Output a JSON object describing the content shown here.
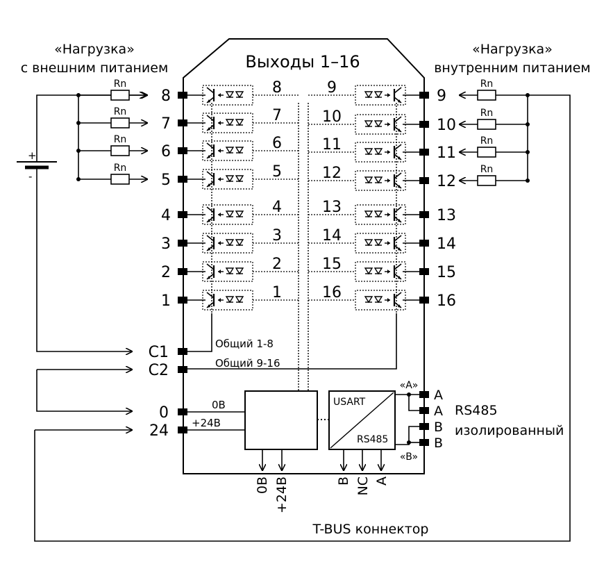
{
  "title": "Выходы 1–16",
  "left_load": {
    "line1": "«Нагрузка»",
    "line2": "с внешним питанием"
  },
  "right_load": {
    "line1": "«Нагрузка»",
    "line2": "внутренним питанием"
  },
  "resistor_label": "Rn",
  "battery": {
    "plus": "+",
    "minus": "-"
  },
  "left_outputs": [
    {
      "pin": "8",
      "channel": "8"
    },
    {
      "pin": "7",
      "channel": "7"
    },
    {
      "pin": "6",
      "channel": "6"
    },
    {
      "pin": "5",
      "channel": "5"
    },
    {
      "pin": "4",
      "channel": "4"
    },
    {
      "pin": "3",
      "channel": "3"
    },
    {
      "pin": "2",
      "channel": "2"
    },
    {
      "pin": "1",
      "channel": "1"
    }
  ],
  "right_outputs": [
    {
      "pin": "9",
      "channel": "9"
    },
    {
      "pin": "10",
      "channel": "10"
    },
    {
      "pin": "11",
      "channel": "11"
    },
    {
      "pin": "12",
      "channel": "12"
    },
    {
      "pin": "13",
      "channel": "13"
    },
    {
      "pin": "14",
      "channel": "14"
    },
    {
      "pin": "15",
      "channel": "15"
    },
    {
      "pin": "16",
      "channel": "16"
    }
  ],
  "common": {
    "c1": "C1",
    "c2": "C2",
    "c1_label": "Общий 1-8",
    "c2_label": "Общий 9-16"
  },
  "power": {
    "pin0": "0",
    "pin24": "24",
    "label0": "0В",
    "label24": "+24В"
  },
  "usart": {
    "top": "USART",
    "bottom": "RS485"
  },
  "rs485": {
    "a_quote": "«A»",
    "b_quote": "«B»",
    "pins": [
      "A",
      "A",
      "B",
      "B"
    ],
    "label1": "RS485",
    "label2": "изолированный"
  },
  "bottom_pins": [
    "0В",
    "+24В",
    "B",
    "NC",
    "A"
  ],
  "tbus": "T-BUS коннектор"
}
